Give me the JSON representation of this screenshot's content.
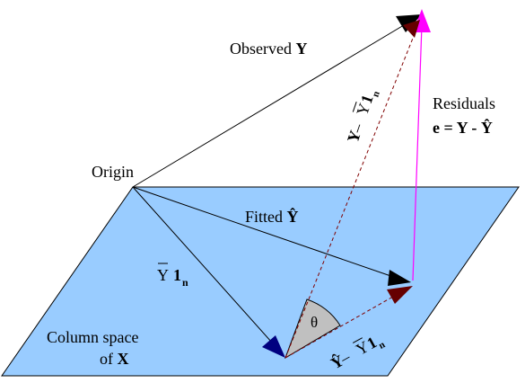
{
  "labels": {
    "observed_text": "Observed ",
    "observed_bold": "Y",
    "origin": "Origin",
    "fitted_text": "Fitted ",
    "fitted_bold": "Ŷ",
    "ybar_text": "Y",
    "ybar_sub_bold": "1",
    "ybar_sub": "n",
    "residuals_line1": "Residuals",
    "residuals_line2": "e = Y - Ŷ",
    "column_space_line1": "Column space",
    "column_space_line2_text": "of ",
    "column_space_line2_bold": "X",
    "theta": "θ",
    "diag_upper_Y": "Y",
    "diag_upper_minus": " – ",
    "diag_upper_Ybar": "Y",
    "diag_upper_one": "1",
    "diag_upper_n": "n",
    "diag_lower_Yhat": "Ŷ",
    "diag_lower_minus": " – ",
    "diag_lower_Ybar": "Y",
    "diag_lower_one": "1",
    "diag_lower_n": "n"
  },
  "colors": {
    "plane_fill": "#99ccff",
    "line": "#000000",
    "residual": "#ff00ff",
    "dashed": "#800000",
    "arrow_ybar": "#000080",
    "arrow_dark": "#660000",
    "wedge_fill": "#c0c0c0"
  }
}
